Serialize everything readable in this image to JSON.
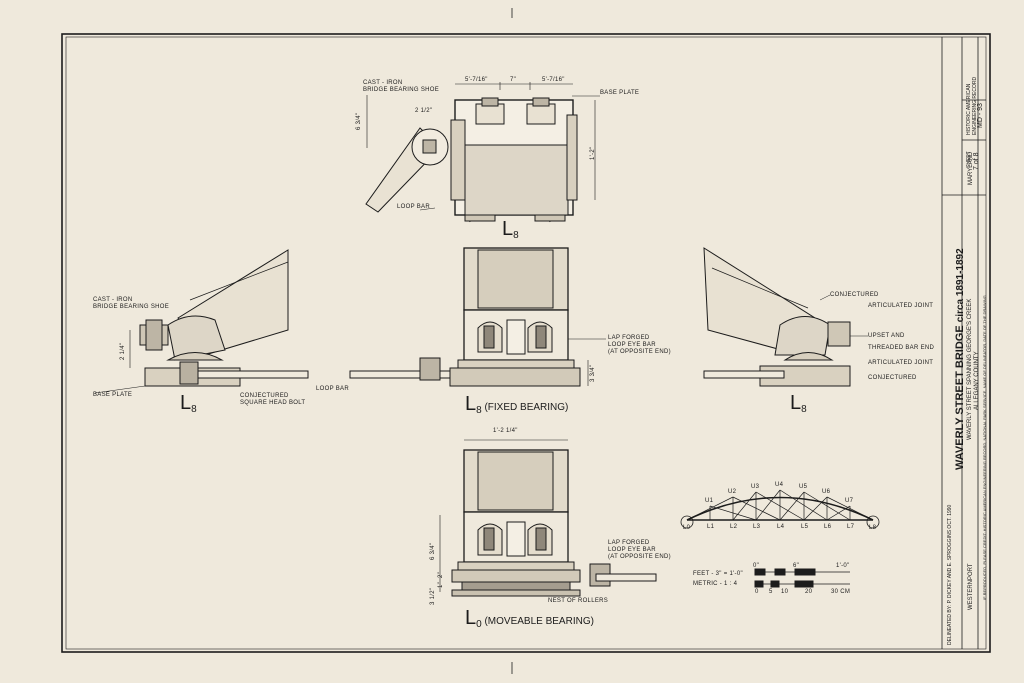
{
  "top_view": {
    "label_shoe": "CAST - IRON",
    "label_shoe2": "BRIDGE BEARING SHOE",
    "dim_left": "5'-7/16\"",
    "dim_mid": "7\"",
    "dim_right": "5'-7/16\"",
    "label_base": "BASE PLATE",
    "dim_v1": "6 3/4\"",
    "dim_v2": "2 1/2\"",
    "dim_v3": "1'-2\"",
    "label_loop": "LOOP BAR",
    "caption_main": "L",
    "caption_sub": "8"
  },
  "left_view": {
    "label_shoe": "CAST - IRON",
    "label_shoe2": "BRIDGE BEARING SHOE",
    "dim": "2 1/4\"",
    "label_base": "BASE PLATE",
    "label_bolt1": "CONJECTURED",
    "label_bolt2": "SQUARE HEAD BOLT",
    "label_loop": "LOOP BAR",
    "caption_main": "L",
    "caption_sub": "8"
  },
  "center_view": {
    "label_eye1": "LAP FORGED",
    "label_eye2": "LOOP EYE BAR",
    "label_eye3": "(AT OPPOSITE END)",
    "dim": "3 3/4\"",
    "caption_main": "L",
    "caption_sub": "8",
    "caption_rest": "(FIXED BEARING)"
  },
  "right_view": {
    "label_conj": "CONJECTURED",
    "label_art1": "ARTICULATED JOINT",
    "label_upset1": "UPSET AND",
    "label_upset2": "THREADED BAR END",
    "label_art2": "ARTICULATED JOINT",
    "label_conj2": "CONJECTURED",
    "caption_main": "L",
    "caption_sub": "8"
  },
  "bottom_view": {
    "dim_top": "1'-2 1/4\"",
    "dim_v1": "6 3/4\"",
    "dim_v2": "3 1/2\"",
    "dim_v3": "1\"",
    "dim_v4": "2\"",
    "label_eye1": "LAP FORGED",
    "label_eye2": "LOOP EYE BAR",
    "label_eye3": "(AT OPPOSITE END)",
    "label_rollers": "NEST OF ROLLERS",
    "caption_main": "L",
    "caption_sub": "0",
    "caption_rest": "(MOVEABLE BEARING)"
  },
  "truss": {
    "upper": [
      "U1",
      "U2",
      "U3",
      "U4",
      "U5",
      "U6",
      "U7"
    ],
    "lower": [
      "L0",
      "L1",
      "L2",
      "L3",
      "L4",
      "L5",
      "L6",
      "L7",
      "L8"
    ],
    "scale_feet": "FEET - 3\" = 1'-0\"",
    "scale_metric": "METRIC - 1 : 4",
    "feet_marks": [
      "0\"",
      "6\"",
      "1'-0\""
    ],
    "metric_marks": [
      "0",
      "5",
      "10",
      "20",
      "30 CM"
    ]
  },
  "title_block": {
    "title": "WAVERLY STREET BRIDGE",
    "circa": "circa 1891-1892",
    "line2": "WAVERLY STREET SPANNING GEORGE'S CREEK",
    "line3": "ALLEGANY COUNTY",
    "city": "WESTERNPORT",
    "state": "MARYLAND",
    "sheet_label": "SHEET",
    "sheet_num": "7 of 8",
    "haer_label": "HISTORIC AMERICAN ENGINEERING RECORD",
    "haer_num": "MD - 93",
    "credit": "DELINEATED BY: P. DICKEY AND E. SPROGGINS  OCT. 1990",
    "notice": "IF REPRODUCED, PLEASE CREDIT: HISTORIC AMERICAN ENGINEERING RECORD, NATIONAL PARK SERVICE, NAME OF DELINEATOR, DATE OF THE DRAWING"
  }
}
